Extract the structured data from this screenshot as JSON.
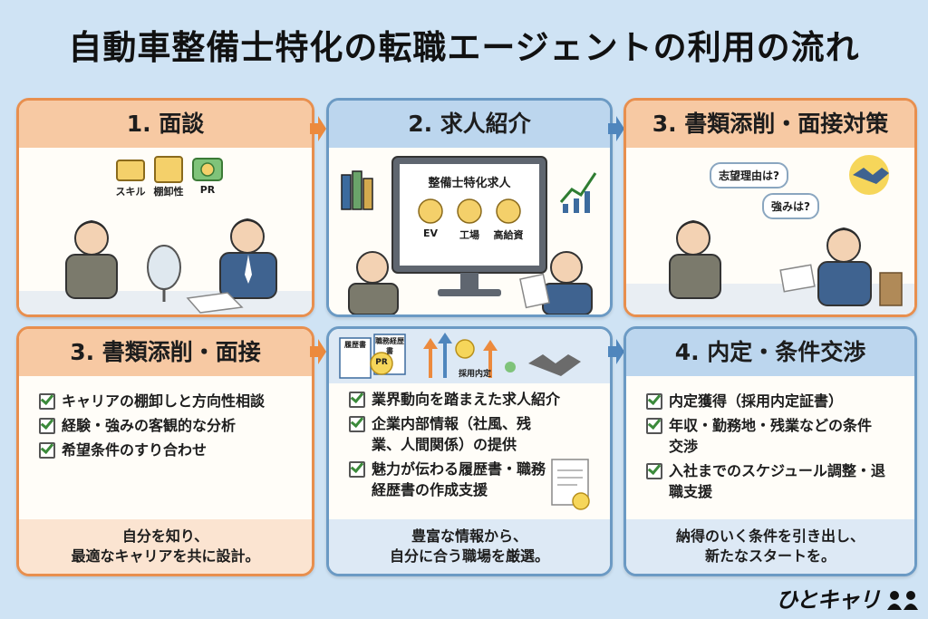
{
  "title": "自動車整備士特化の転職エージェントの利用の流れ",
  "cards": {
    "interview": {
      "heading": "1. 面談",
      "tags": [
        "スキル",
        "棚卸性",
        "PR"
      ]
    },
    "job_intro": {
      "heading": "2. 求人紹介",
      "screen_title": "整備士特化求人",
      "screen_items": [
        "EV",
        "工場",
        "高給資"
      ]
    },
    "doc_interview_prep": {
      "heading": "3. 書類添削・面接対策",
      "bubbles": [
        "志望理由は?",
        "強みは?"
      ]
    },
    "doc_interview": {
      "heading": "3. 書類添削・面接",
      "items": [
        "キャリアの棚卸しと方向性相談",
        "経験・強みの客観的な分析",
        "希望条件のすり合わせ"
      ],
      "footer": [
        "自分を知り、",
        "最適なキャリアを共に設計。"
      ]
    },
    "middle": {
      "doc_labels": [
        "履歴書",
        "職務経歴書"
      ],
      "badge": "PR",
      "offer_label": "採用内定",
      "items": [
        "業界動向を踏まえた求人紹介",
        "企業内部情報（社風、残業、人間関係）の提供",
        "魅力が伝わる履歴書・職務経歴書の作成支援"
      ],
      "footer": [
        "豊富な情報から、",
        "自分に合う職場を厳選。"
      ]
    },
    "offer": {
      "heading": "4. 内定・条件交渉",
      "items": [
        "内定獲得（採用内定証書）",
        "年収・勤務地・残業などの条件交渉",
        "入社までのスケジュール調整・退職支援"
      ],
      "footer": [
        "納得のいく条件を引き出し、",
        "新たなスタートを。"
      ]
    }
  },
  "logo": "ひとキャリ",
  "colors": {
    "orange": "#e88f4e",
    "blue": "#6b9ac4",
    "arrow_orange": "#ec8a3d",
    "arrow_blue": "#4f86bd"
  }
}
